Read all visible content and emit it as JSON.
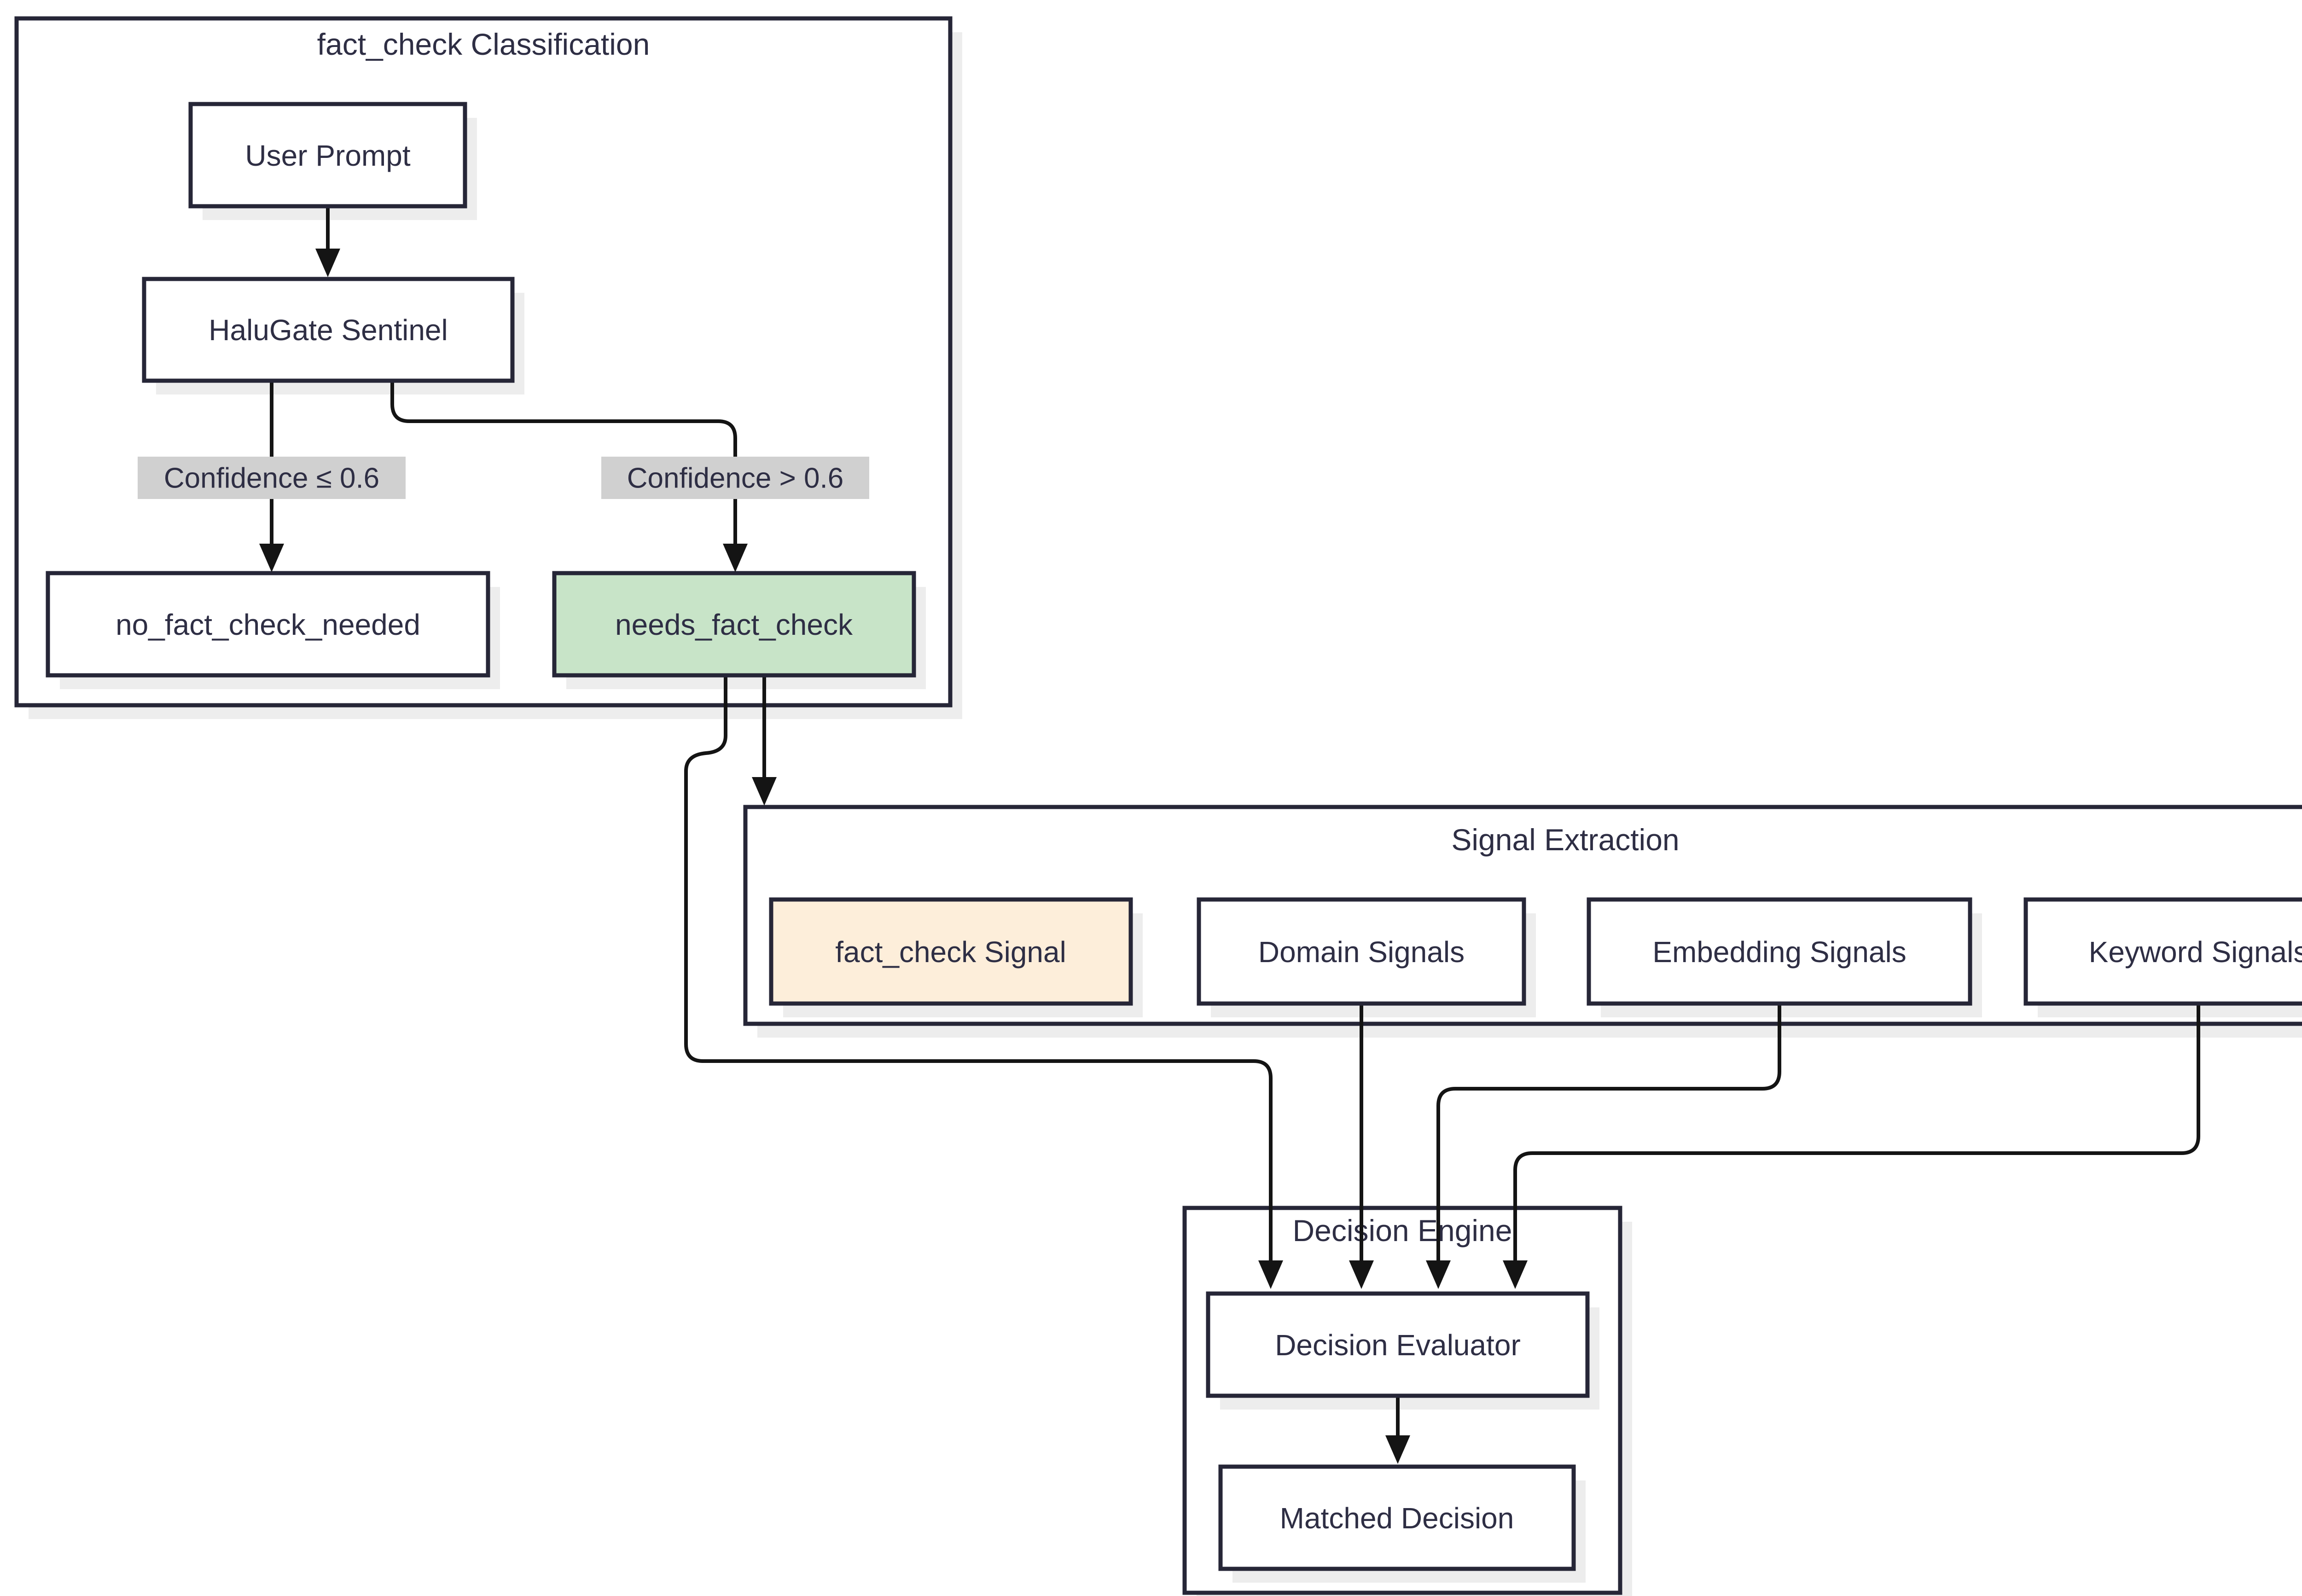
{
  "diagram": {
    "type": "flowchart",
    "direction": "top-down",
    "subgraphs": [
      {
        "id": "fact_check_classification",
        "title": "fact_check Classification",
        "nodes": [
          "user_prompt",
          "halugate_sentinel",
          "no_fact_check_needed",
          "needs_fact_check"
        ]
      },
      {
        "id": "signal_extraction",
        "title": "Signal Extraction",
        "nodes": [
          "fact_check_signal",
          "domain_signals",
          "embedding_signals",
          "keyword_signals"
        ]
      },
      {
        "id": "decision_engine",
        "title": "Decision Engine",
        "nodes": [
          "decision_evaluator",
          "matched_decision"
        ]
      }
    ],
    "nodes": {
      "user_prompt": {
        "label": "User Prompt",
        "fill": "#ffffff"
      },
      "halugate_sentinel": {
        "label": "HaluGate Sentinel",
        "fill": "#ffffff"
      },
      "no_fact_check_needed": {
        "label": "no_fact_check_needed",
        "fill": "#ffffff"
      },
      "needs_fact_check": {
        "label": "needs_fact_check",
        "fill": "#c8e4c8"
      },
      "fact_check_signal": {
        "label": "fact_check Signal",
        "fill": "#fdeeda"
      },
      "domain_signals": {
        "label": "Domain Signals",
        "fill": "#ffffff"
      },
      "embedding_signals": {
        "label": "Embedding Signals",
        "fill": "#ffffff"
      },
      "keyword_signals": {
        "label": "Keyword Signals",
        "fill": "#ffffff"
      },
      "decision_evaluator": {
        "label": "Decision Evaluator",
        "fill": "#ffffff"
      },
      "matched_decision": {
        "label": "Matched Decision",
        "fill": "#ffffff"
      }
    },
    "edges": [
      {
        "from": "user_prompt",
        "to": "halugate_sentinel",
        "label": ""
      },
      {
        "from": "halugate_sentinel",
        "to": "no_fact_check_needed",
        "label": "Confidence ≤ 0.6"
      },
      {
        "from": "halugate_sentinel",
        "to": "needs_fact_check",
        "label": "Confidence > 0.6"
      },
      {
        "from": "needs_fact_check",
        "to": "signal_extraction",
        "label": ""
      },
      {
        "from": "needs_fact_check",
        "to": "decision_evaluator",
        "label": ""
      },
      {
        "from": "domain_signals",
        "to": "decision_evaluator",
        "label": ""
      },
      {
        "from": "embedding_signals",
        "to": "decision_evaluator",
        "label": ""
      },
      {
        "from": "keyword_signals",
        "to": "decision_evaluator",
        "label": ""
      },
      {
        "from": "decision_evaluator",
        "to": "matched_decision",
        "label": ""
      }
    ],
    "colors": {
      "background": "#ffffff",
      "node_border": "#262637",
      "node_text": "#2e2e44",
      "edge_line": "#141414",
      "edge_label_background": "#d0d0d0",
      "highlight_green": "#c8e4c8",
      "highlight_peach": "#fdeeda",
      "shadow": "#ededed"
    }
  }
}
